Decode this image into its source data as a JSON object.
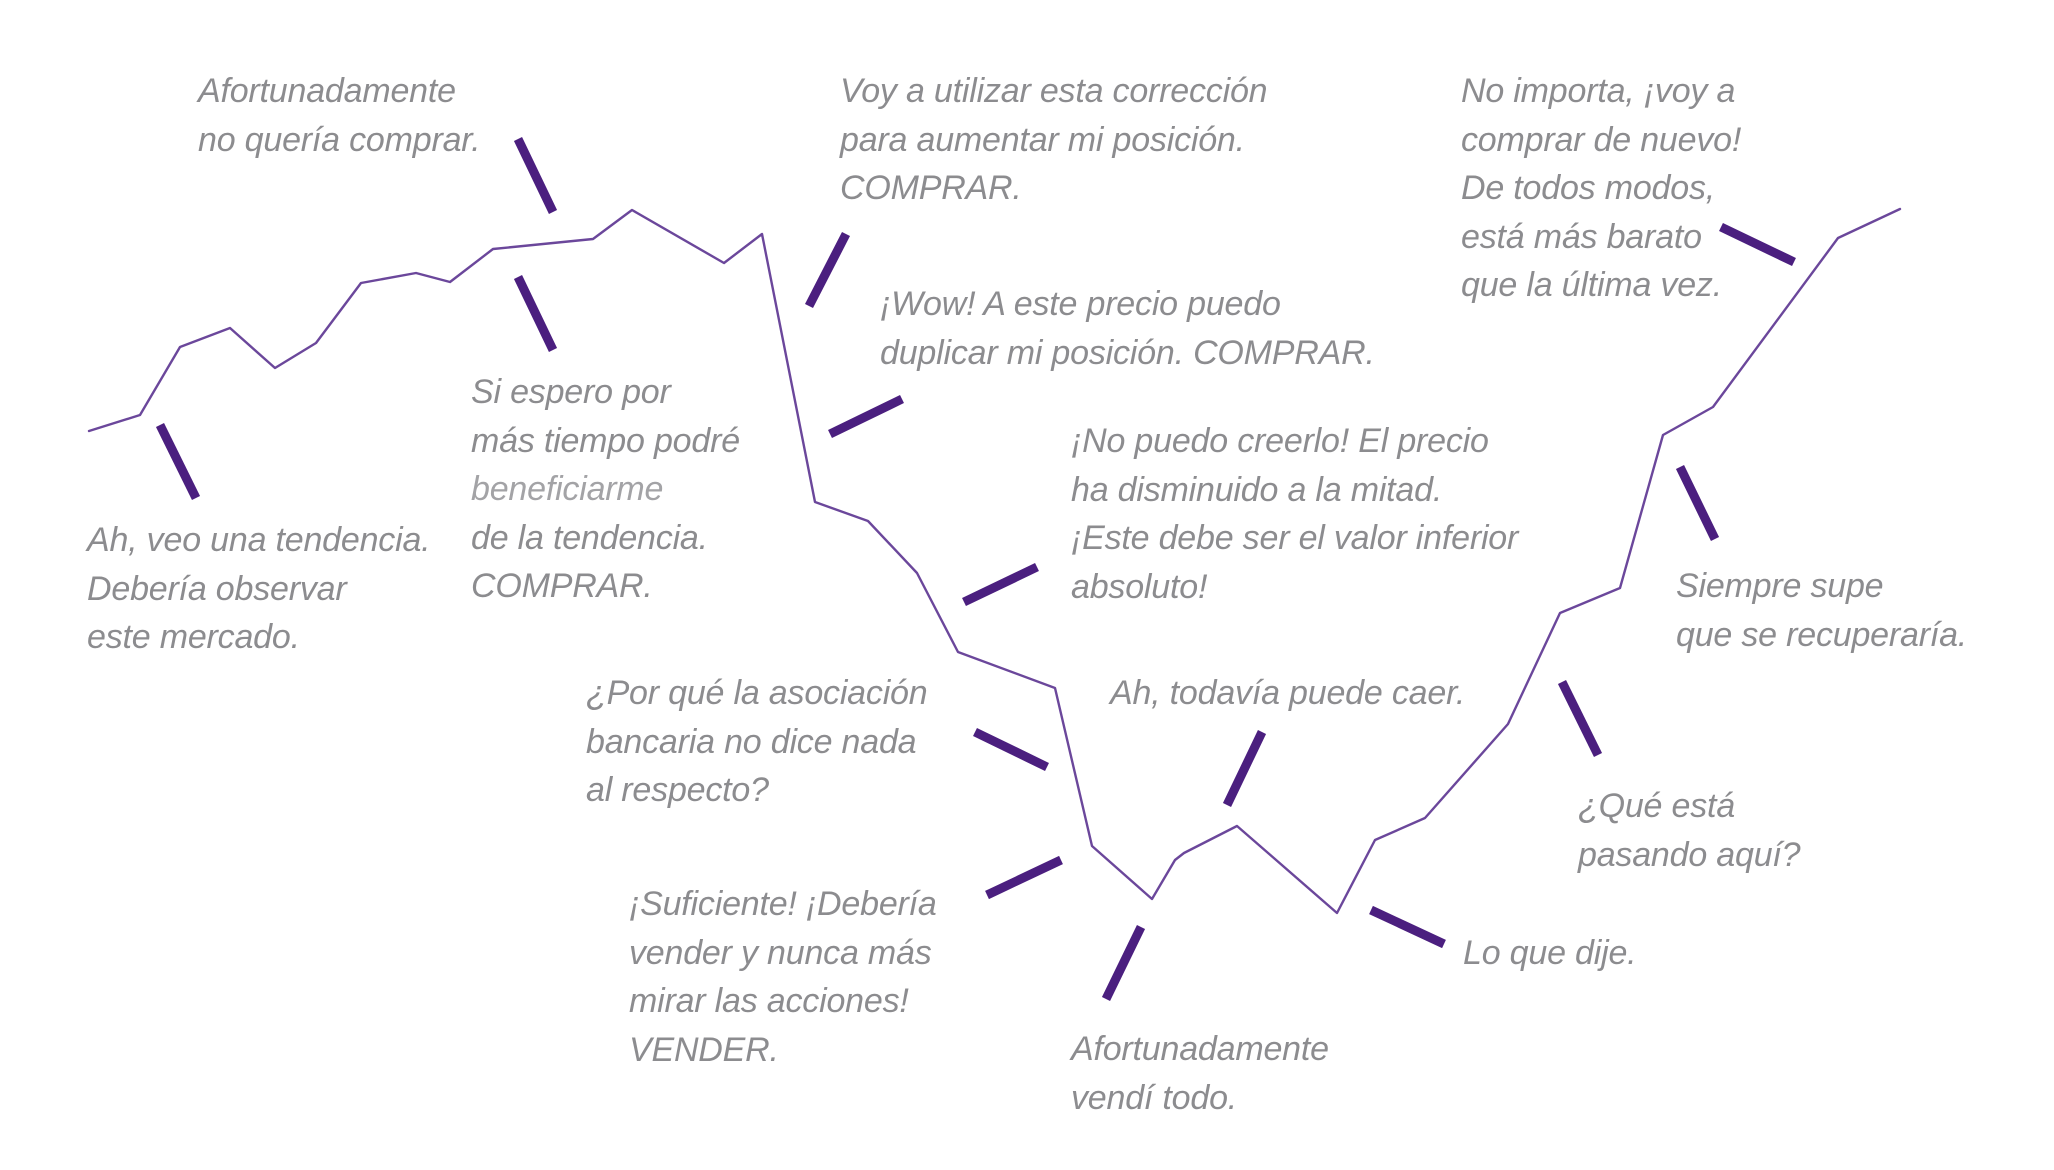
{
  "diagram": {
    "line_color": "#6b479b",
    "tick_color": "#4b1f7f",
    "text_color": "#8c8c8f",
    "annotations": [
      {
        "id": "trend",
        "lines": [
          "Ah, veo una tendencia.",
          "Debería observar",
          "este mercado."
        ]
      },
      {
        "id": "fortunately-not-buy",
        "lines": [
          "Afortunadamente",
          "no quería comprar."
        ]
      },
      {
        "id": "wait-benefit",
        "lines": [
          "Si espero por",
          "más tiempo podré",
          "beneficiarme",
          "de la tendencia.",
          "COMPRAR."
        ]
      },
      {
        "id": "use-correction",
        "lines": [
          "Voy a utilizar esta corrección",
          "para aumentar mi posición.",
          "COMPRAR."
        ]
      },
      {
        "id": "wow-double",
        "lines": [
          "¡Wow! A este precio puedo",
          "duplicar mi posición. COMPRAR."
        ]
      },
      {
        "id": "cant-believe",
        "lines": [
          "¡No puedo creerlo! El precio",
          "ha disminuido a la mitad.",
          "¡Este debe ser el valor inferior",
          "absoluto!"
        ]
      },
      {
        "id": "bank-association",
        "lines": [
          "¿Por qué la asociación",
          "bancaria no dice nada",
          "al respecto?"
        ]
      },
      {
        "id": "still-fall",
        "lines": [
          "Ah, todavía puede caer."
        ]
      },
      {
        "id": "enough-sell",
        "lines": [
          "¡Suficiente! ¡Debería",
          "vender y nunca más",
          "mirar las acciones!",
          "VENDER."
        ]
      },
      {
        "id": "sold-all",
        "lines": [
          "Afortunadamente",
          "vendí todo."
        ]
      },
      {
        "id": "told-you",
        "lines": [
          "Lo que dije."
        ]
      },
      {
        "id": "whats-happening",
        "lines": [
          "¿Qué está",
          "pasando aquí?"
        ]
      },
      {
        "id": "knew-recover",
        "lines": [
          "Siempre supe",
          "que se recuperaría."
        ]
      },
      {
        "id": "buy-again",
        "lines": [
          "No importa, ¡voy a",
          "comprar de nuevo!",
          "De todos modos,",
          "está más barato",
          "que la última vez."
        ]
      }
    ]
  }
}
